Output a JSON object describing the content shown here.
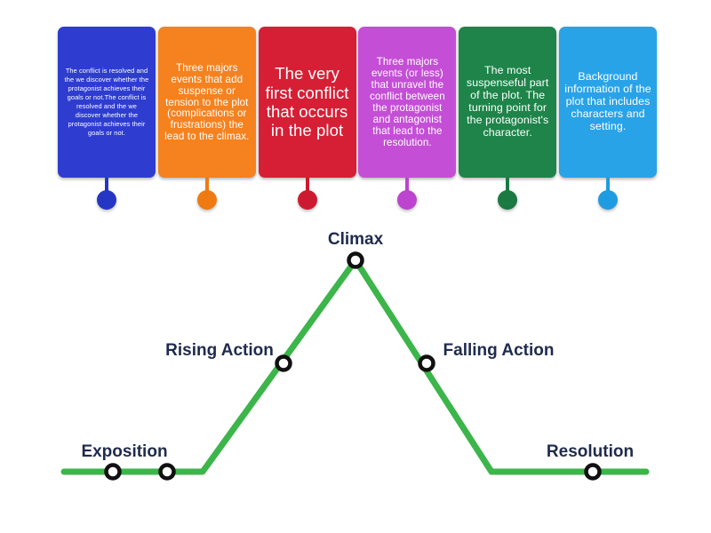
{
  "cards": [
    {
      "id": "resolution-card",
      "name": "card-resolution",
      "color": "#2E3DD0",
      "stem_color": "#2536C4",
      "pin_color": "#2536C4",
      "size": "size-tiny",
      "text": "The conflict is resolved and the we discover whether the protagonist achieves their goals or not.The conflict is resolved and the we discover whether the protagonist achieves their goals or not."
    },
    {
      "id": "rising-action-card",
      "name": "card-rising-action",
      "color": "#F5821F",
      "stem_color": "#F07A12",
      "pin_color": "#F07A12",
      "size": "size-sm",
      "text": "Three majors events that add suspense or tension to the plot (complications or frustrations) the lead to the climax."
    },
    {
      "id": "conflict-card",
      "name": "card-conflict",
      "color": "#D61F35",
      "stem_color": "#CC1B30",
      "pin_color": "#CC1B30",
      "size": "size-lg",
      "text": "The very first conflict that occurs in the plot"
    },
    {
      "id": "falling-action-card",
      "name": "card-falling-action",
      "color": "#C44FD6",
      "stem_color": "#BC44CE",
      "pin_color": "#BC44CE",
      "size": "size-sm",
      "text": "Three majors events (or less) that unravel the conflict between the protagonist and antagonist that lead to the resolution."
    },
    {
      "id": "climax-card",
      "name": "card-climax",
      "color": "#1E8449",
      "stem_color": "#1A7A41",
      "pin_color": "#1A7A41",
      "size": "size-md",
      "text": "The most suspenseful part of the plot. The turning point for the protagonist's character."
    },
    {
      "id": "exposition-card",
      "name": "card-exposition",
      "color": "#29A3E8",
      "stem_color": "#1F9BE2",
      "pin_color": "#1F9BE2",
      "size": "size-md",
      "text": "Background information of the plot that includes characters and setting."
    }
  ],
  "chart_data": {
    "type": "line",
    "title": "",
    "xlabel": "",
    "ylabel": "",
    "grid": false,
    "legend_position": "none",
    "line_color": "#3CB54A",
    "marker_color": "#111111",
    "label_color": "#1F2B4D",
    "xlim": [
      0,
      800
    ],
    "ylim": [
      0,
      374
    ],
    "vertices": [
      {
        "x": 72,
        "y": 305
      },
      {
        "x": 228,
        "y": 305
      },
      {
        "x": 400,
        "y": 67
      },
      {
        "x": 553,
        "y": 305
      },
      {
        "x": 727,
        "y": 305
      }
    ],
    "points": [
      {
        "label": "Exposition",
        "x": 127,
        "y": 305,
        "label_x": 140,
        "label_y": 288,
        "label_anchor": "middle"
      },
      {
        "label": "",
        "x": 188,
        "y": 305,
        "label_x": 0,
        "label_y": 0,
        "label_anchor": "middle"
      },
      {
        "label": "Rising Action",
        "x": 319,
        "y": 183,
        "label_x": 247,
        "label_y": 174,
        "label_anchor": "middle"
      },
      {
        "label": "Climax",
        "x": 400,
        "y": 67,
        "label_x": 400,
        "label_y": 49,
        "label_anchor": "middle"
      },
      {
        "label": "Falling Action",
        "x": 480,
        "y": 183,
        "label_x": 561,
        "label_y": 174,
        "label_anchor": "middle"
      },
      {
        "label": "Resolution",
        "x": 667,
        "y": 305,
        "label_x": 664,
        "label_y": 288,
        "label_anchor": "middle"
      }
    ]
  }
}
